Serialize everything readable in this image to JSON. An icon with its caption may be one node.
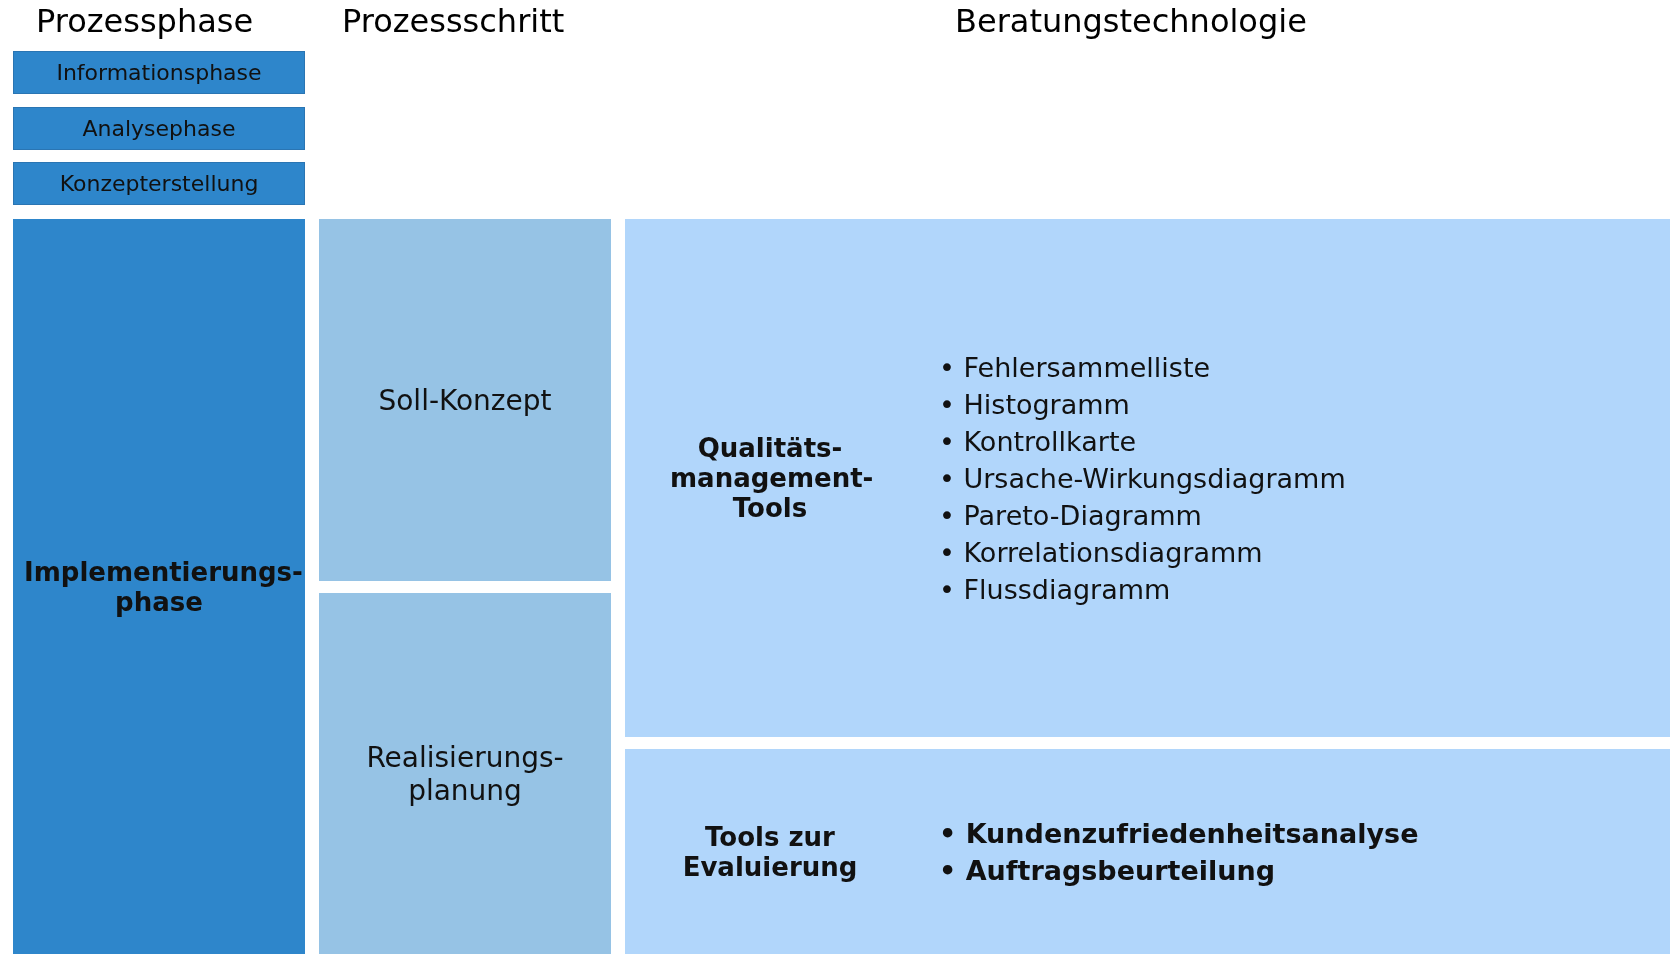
{
  "diagram": {
    "nodes": [
      {
        "text": [
          "Informationsphase"
        ]
      },
      {
        "text": [
          "Analysephase"
        ]
      },
      {
        "text": [
          "Konzepterstellung"
        ]
      },
      {
        "text": [
          "Implementierungs- phase"
        ]
      },
      {
        "text": [
          "Soll-Konzept"
        ]
      },
      {
        "text": [
          "Realisierungs- planung"
        ]
      },
      {
        "text": [
          "Qualitäts- management- Tools",
          "• Fehlersammelliste",
          "• Histogramm",
          "• Kontrollkarte",
          "• Ursache-Wirkungsdiagramm",
          "• Pareto-Diagramm",
          "• Korrelationsdiagramm",
          "• Flussdiagramm"
        ]
      },
      {
        "text": [
          "Tools zur Evaluierung",
          "• Kundenzufriedenheitsanalyse",
          "• Auftragsbeurteilung"
        ]
      }
    ],
    "edges": [],
    "labels": [
      "Prozessphase",
      "Prozessschritt",
      "Beratungstechnologie"
    ]
  }
}
